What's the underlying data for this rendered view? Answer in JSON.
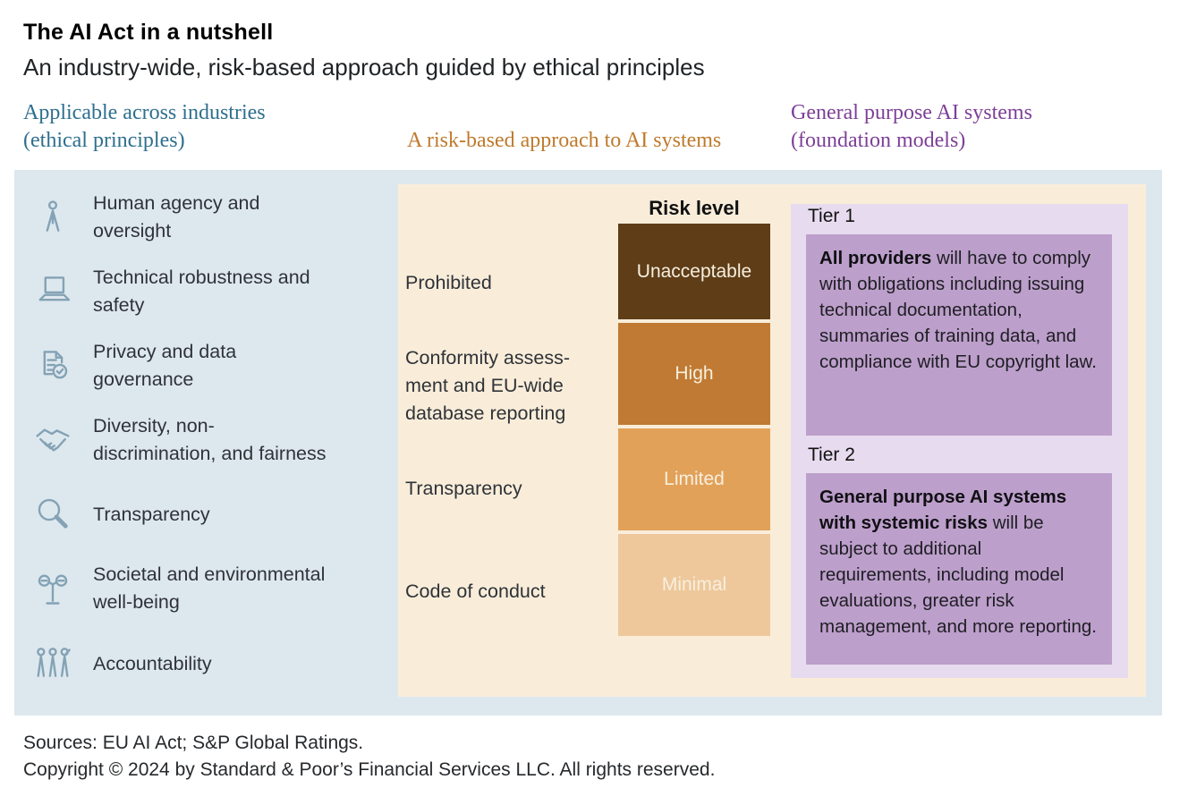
{
  "header": {
    "title": "The AI Act in a nutshell",
    "subtitle": "An industry-wide, risk-based approach guided by ethical principles"
  },
  "colors": {
    "blue_panel": "#dde8ee",
    "cream_panel": "#f9edda",
    "lavender_panel": "#e7dcef",
    "tier_box": "#bd9fcb",
    "teal_heading": "#2e6f8e",
    "orange_heading": "#bf7a2c",
    "purple_heading": "#7d3f98",
    "icon_stroke": "#84a2b5"
  },
  "ethical": {
    "heading": "Applicable across industries\n(ethical principles)",
    "items": [
      {
        "icon": "person-icon",
        "label": "Human agency and\noversight"
      },
      {
        "icon": "laptop-icon",
        "label": "Technical robustness and\nsafety"
      },
      {
        "icon": "document-check-icon",
        "label": "Privacy and data\ngovernance"
      },
      {
        "icon": "handshake-icon",
        "label": "Diversity, non-\ndiscrimination, and fairness"
      },
      {
        "icon": "magnifier-icon",
        "label": "Transparency"
      },
      {
        "icon": "plant-icon",
        "label": "Societal and environmental\nwell-being"
      },
      {
        "icon": "people-icon",
        "label": "Accountability"
      }
    ]
  },
  "risk": {
    "heading": "A risk-based approach to AI systems",
    "risk_level_label": "Risk level",
    "rows": [
      {
        "label": "Prohibited",
        "level": "Unacceptable",
        "color": "#5e3d17"
      },
      {
        "label": "Conformity assess-\nment and EU-wide\ndatabase reporting",
        "level": "High",
        "color": "#c07a33"
      },
      {
        "label": "Transparency",
        "level": "Limited",
        "color": "#e2a159"
      },
      {
        "label": "Code of conduct",
        "level": "Minimal",
        "color": "#eec89b"
      }
    ]
  },
  "gpai": {
    "heading": "General purpose AI systems\n(foundation models)",
    "tiers": [
      {
        "label": "Tier 1",
        "bold": "All providers",
        "text": " will have to comply with obligations including issuing technical documentation, summaries of training data, and compliance with EU copyright law."
      },
      {
        "label": "Tier 2",
        "bold": "General purpose AI systems with systemic risks",
        "text": " will be subject to additional requirements, including model evaluations, greater risk management, and more reporting."
      }
    ]
  },
  "footer": {
    "sources": "Sources: EU AI Act; S&P Global Ratings.",
    "copyright": "Copyright © 2024 by Standard & Poor’s Financial Services LLC. All rights reserved."
  }
}
